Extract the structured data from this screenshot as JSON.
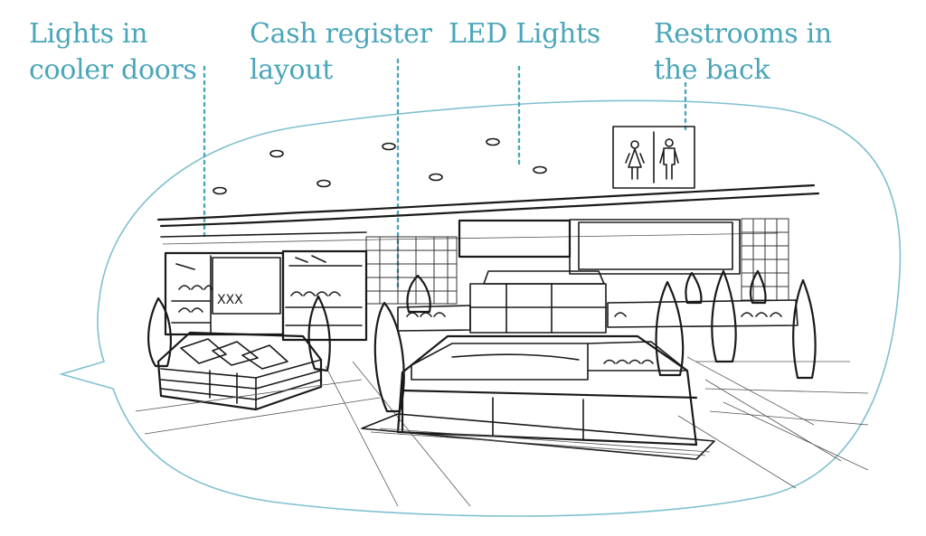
{
  "callouts": [
    {
      "id": "cooler",
      "text": "Lights in\ncooler doors"
    },
    {
      "id": "register",
      "text": "Cash register\nlayout"
    },
    {
      "id": "led",
      "text": "LED Lights"
    },
    {
      "id": "restroom",
      "text": "Restrooms in\nthe back"
    }
  ],
  "sketch": {
    "cooler_sign": "XXX"
  },
  "colors": {
    "accent": "#4aa6b9",
    "ink": "#1a1a1a",
    "bubble": "#7fc0cf"
  }
}
